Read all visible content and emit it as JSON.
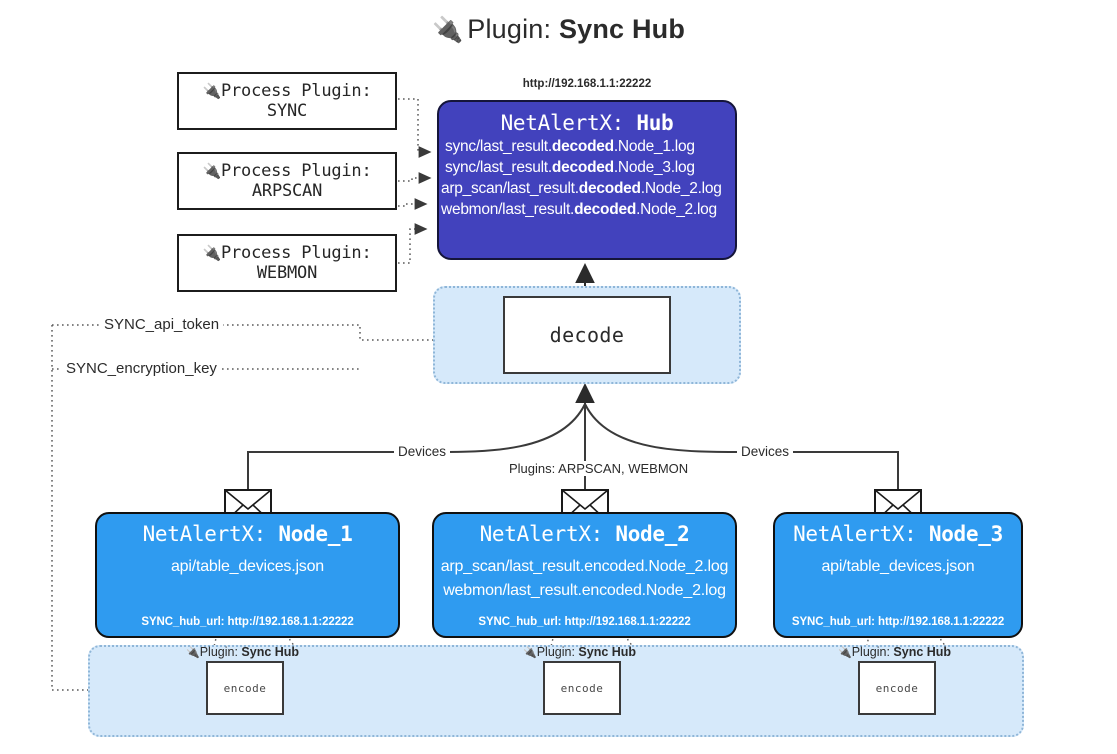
{
  "title": {
    "icon": "electric-plug-icon",
    "prefix": "Plugin:",
    "name": "Sync Hub"
  },
  "process_plugins": [
    {
      "line1": "Process Plugin:",
      "line2": "SYNC"
    },
    {
      "line1": "Process Plugin:",
      "line2": "ARPSCAN"
    },
    {
      "line1": "Process Plugin:",
      "line2": "WEBMON"
    }
  ],
  "hub": {
    "url": "http://192.168.1.1:22222",
    "title_prefix": "NetAlertX:",
    "title_name": "Hub",
    "logs": [
      {
        "pre": "sync/last_result.",
        "bold": "decoded",
        "post": ".Node_1.log"
      },
      {
        "pre": "sync/last_result.",
        "bold": "decoded",
        "post": ".Node_3.log"
      },
      {
        "pre": "arp_scan/last_result.",
        "bold": "decoded",
        "post": ".Node_2.log"
      },
      {
        "pre": "webmon/last_result.",
        "bold": "decoded",
        "post": ".Node_2.log"
      }
    ]
  },
  "decode": {
    "label": "decode"
  },
  "tokens": [
    {
      "label": "SYNC_api_token"
    },
    {
      "label": "SYNC_encryption_key"
    }
  ],
  "edge_labels": {
    "devices_left": "Devices",
    "devices_right": "Devices",
    "plugins_center": "Plugins: ARPSCAN, WEBMON"
  },
  "nodes": [
    {
      "title_prefix": "NetAlertX:",
      "title_name": "Node_1",
      "lines": [
        "api/table_devices.json"
      ],
      "url_key": "SYNC_hub_url:",
      "url_val": "http://192.168.1.1:22222",
      "mail": "envelope-icon"
    },
    {
      "title_prefix": "NetAlertX:",
      "title_name": "Node_2",
      "lines": [
        "arp_scan/last_result.encoded.Node_2.log",
        "webmon/last_result.encoded.Node_2.log"
      ],
      "url_key": "SYNC_hub_url:",
      "url_val": "http://192.168.1.1:22222",
      "mail": "envelope-icon"
    },
    {
      "title_prefix": "NetAlertX:",
      "title_name": "Node_3",
      "lines": [
        "api/table_devices.json"
      ],
      "url_key": "SYNC_hub_url:",
      "url_val": "http://192.168.1.1:22222",
      "mail": "envelope-icon"
    }
  ],
  "encoders": [
    {
      "plugin_prefix": "Plugin:",
      "plugin_name": "Sync Hub",
      "label": "encode"
    },
    {
      "plugin_prefix": "Plugin:",
      "plugin_name": "Sync Hub",
      "label": "encode"
    },
    {
      "plugin_prefix": "Plugin:",
      "plugin_name": "Sync Hub",
      "label": "encode"
    }
  ],
  "colors": {
    "hub_fill": "#4242bd",
    "node_fill": "#2f9bf0",
    "container_fill": "#d6e9fa",
    "stroke": "#3a3a3a"
  }
}
